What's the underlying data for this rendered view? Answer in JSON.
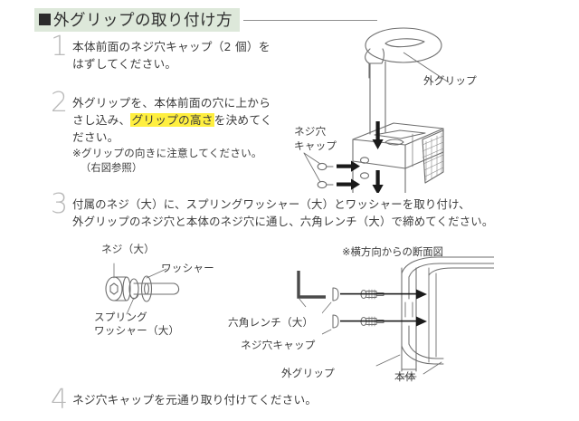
{
  "document": {
    "language": "ja",
    "heading": {
      "bullet": "filled-square",
      "title": "外グリップの取り付け方"
    },
    "colors": {
      "heading_band": "#dde8da",
      "highlight": "#ffef3f",
      "step_number": "#b9b9b9",
      "text": "#3c3c3c",
      "line_art": "#6e6e6e",
      "arrow": "#1a1a1a"
    }
  },
  "steps": [
    {
      "number": "1",
      "lines": [
        "本体前面のネジ穴キャップ（2 個）を",
        "はずしてください。"
      ]
    },
    {
      "number": "2",
      "line1_pre": "外グリップを、本体前面の穴に上から",
      "line2_pre": "さし込み、",
      "line2_highlight": "グリップの高さ",
      "line2_post": "を決めてく",
      "line3": "ださい。",
      "note": "※グリップの向きに注意してください。",
      "note_sub": "（右図参照）"
    },
    {
      "number": "3",
      "lines": [
        "付属のネジ（大）に、スプリングワッシャー（大）とワッシャーを取り付け、",
        "外グリップのネジ穴と本体のネジ穴に通し、六角レンチ（大）で締めてください。"
      ]
    },
    {
      "number": "4",
      "lines": [
        "ネジ穴キャップを元通り取り付けてください。"
      ]
    }
  ],
  "figures": {
    "clamp_assembly": {
      "labels": {
        "outer_grip": "外グリップ",
        "screw_hole_cap_line1": "ネジ穴",
        "screw_hole_cap_line2": "キャップ"
      }
    },
    "hardware": {
      "labels": {
        "screw": "ネジ（大）",
        "washer": "ワッシャー",
        "spring_washer_line1": "スプリング",
        "spring_washer_line2": "ワッシャー（大）",
        "hex_wrench": "六角レンチ（大）"
      }
    },
    "cross_section": {
      "note": "※横方向からの断面図",
      "labels": {
        "screw_hole_cap": "ネジ穴キャップ",
        "outer_grip": "外グリップ",
        "main_body": "本体"
      }
    }
  }
}
